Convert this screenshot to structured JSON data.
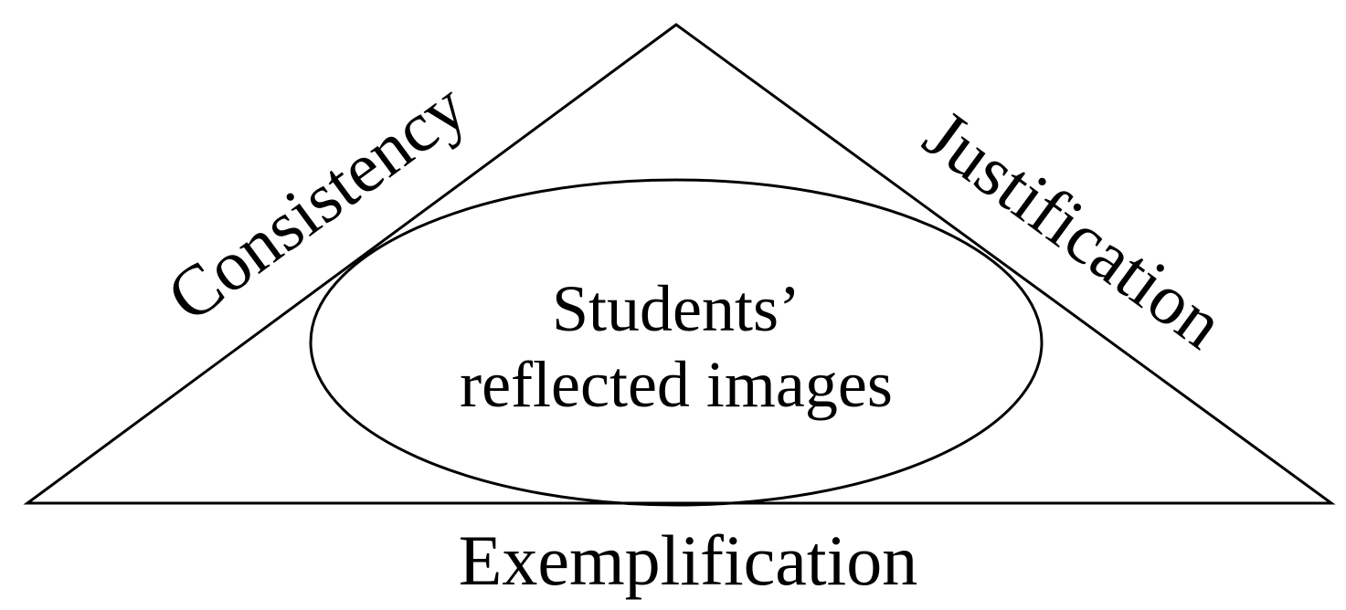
{
  "diagram": {
    "sides": {
      "left": "Consistency",
      "right": "Justification",
      "bottom": "Exemplification"
    },
    "center": {
      "line1": "Students’",
      "line2": "reflected images"
    }
  },
  "colors": {
    "stroke": "#000000",
    "background": "#ffffff"
  }
}
